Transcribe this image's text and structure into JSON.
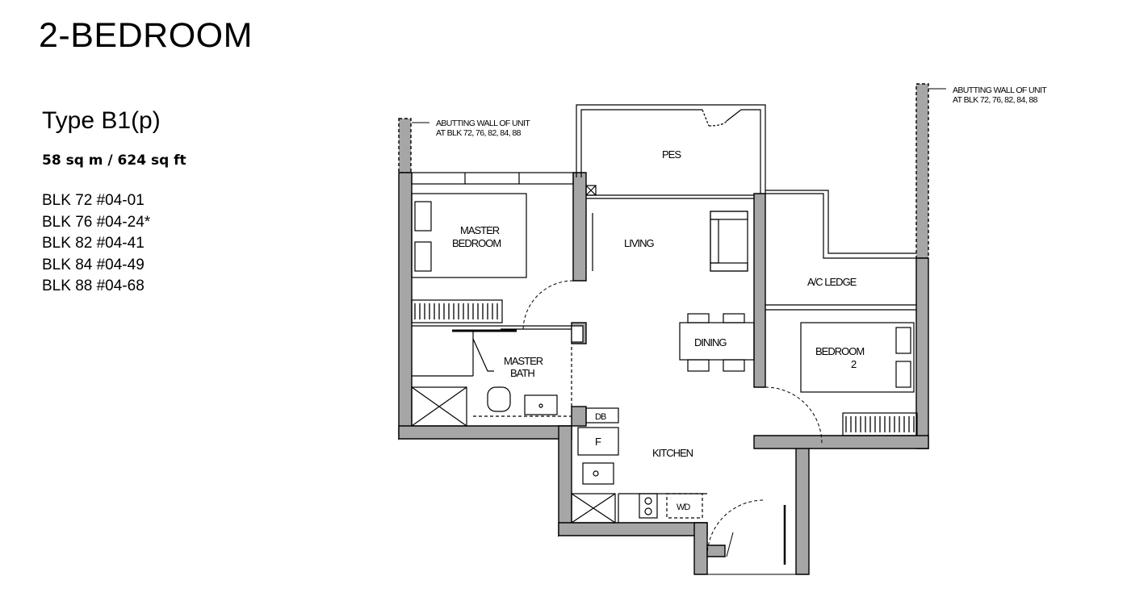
{
  "heading": "2-BEDROOM",
  "unit_type": "Type B1(p)",
  "area": "58 sq m / 624 sq ft",
  "units": [
    "BLK 72 #04-01",
    "BLK 76 #04-24*",
    "BLK 82 #04-41",
    "BLK 84 #04-49",
    "BLK 88 #04-68"
  ],
  "plan": {
    "abutting_left": [
      "ABUTTING WALL OF UNIT",
      "AT BLK 72, 76, 82, 84, 88"
    ],
    "abutting_right": [
      "ABUTTING WALL OF UNIT",
      "AT BLK 72, 76, 82, 84, 88"
    ],
    "rooms": {
      "pes": "PES",
      "master_bedroom": [
        "MASTER",
        "BEDROOM"
      ],
      "living": "LIVING",
      "ac_ledge": "A/C LEDGE",
      "dining": "DINING",
      "master_bath": [
        "MASTER",
        "BATH"
      ],
      "bedroom2": [
        "BEDROOM",
        "2"
      ],
      "kitchen": "KITCHEN",
      "db": "DB",
      "fridge": "F",
      "wd": "WD"
    }
  },
  "colors": {
    "wall": "#a6a6a6",
    "line": "#000000"
  }
}
